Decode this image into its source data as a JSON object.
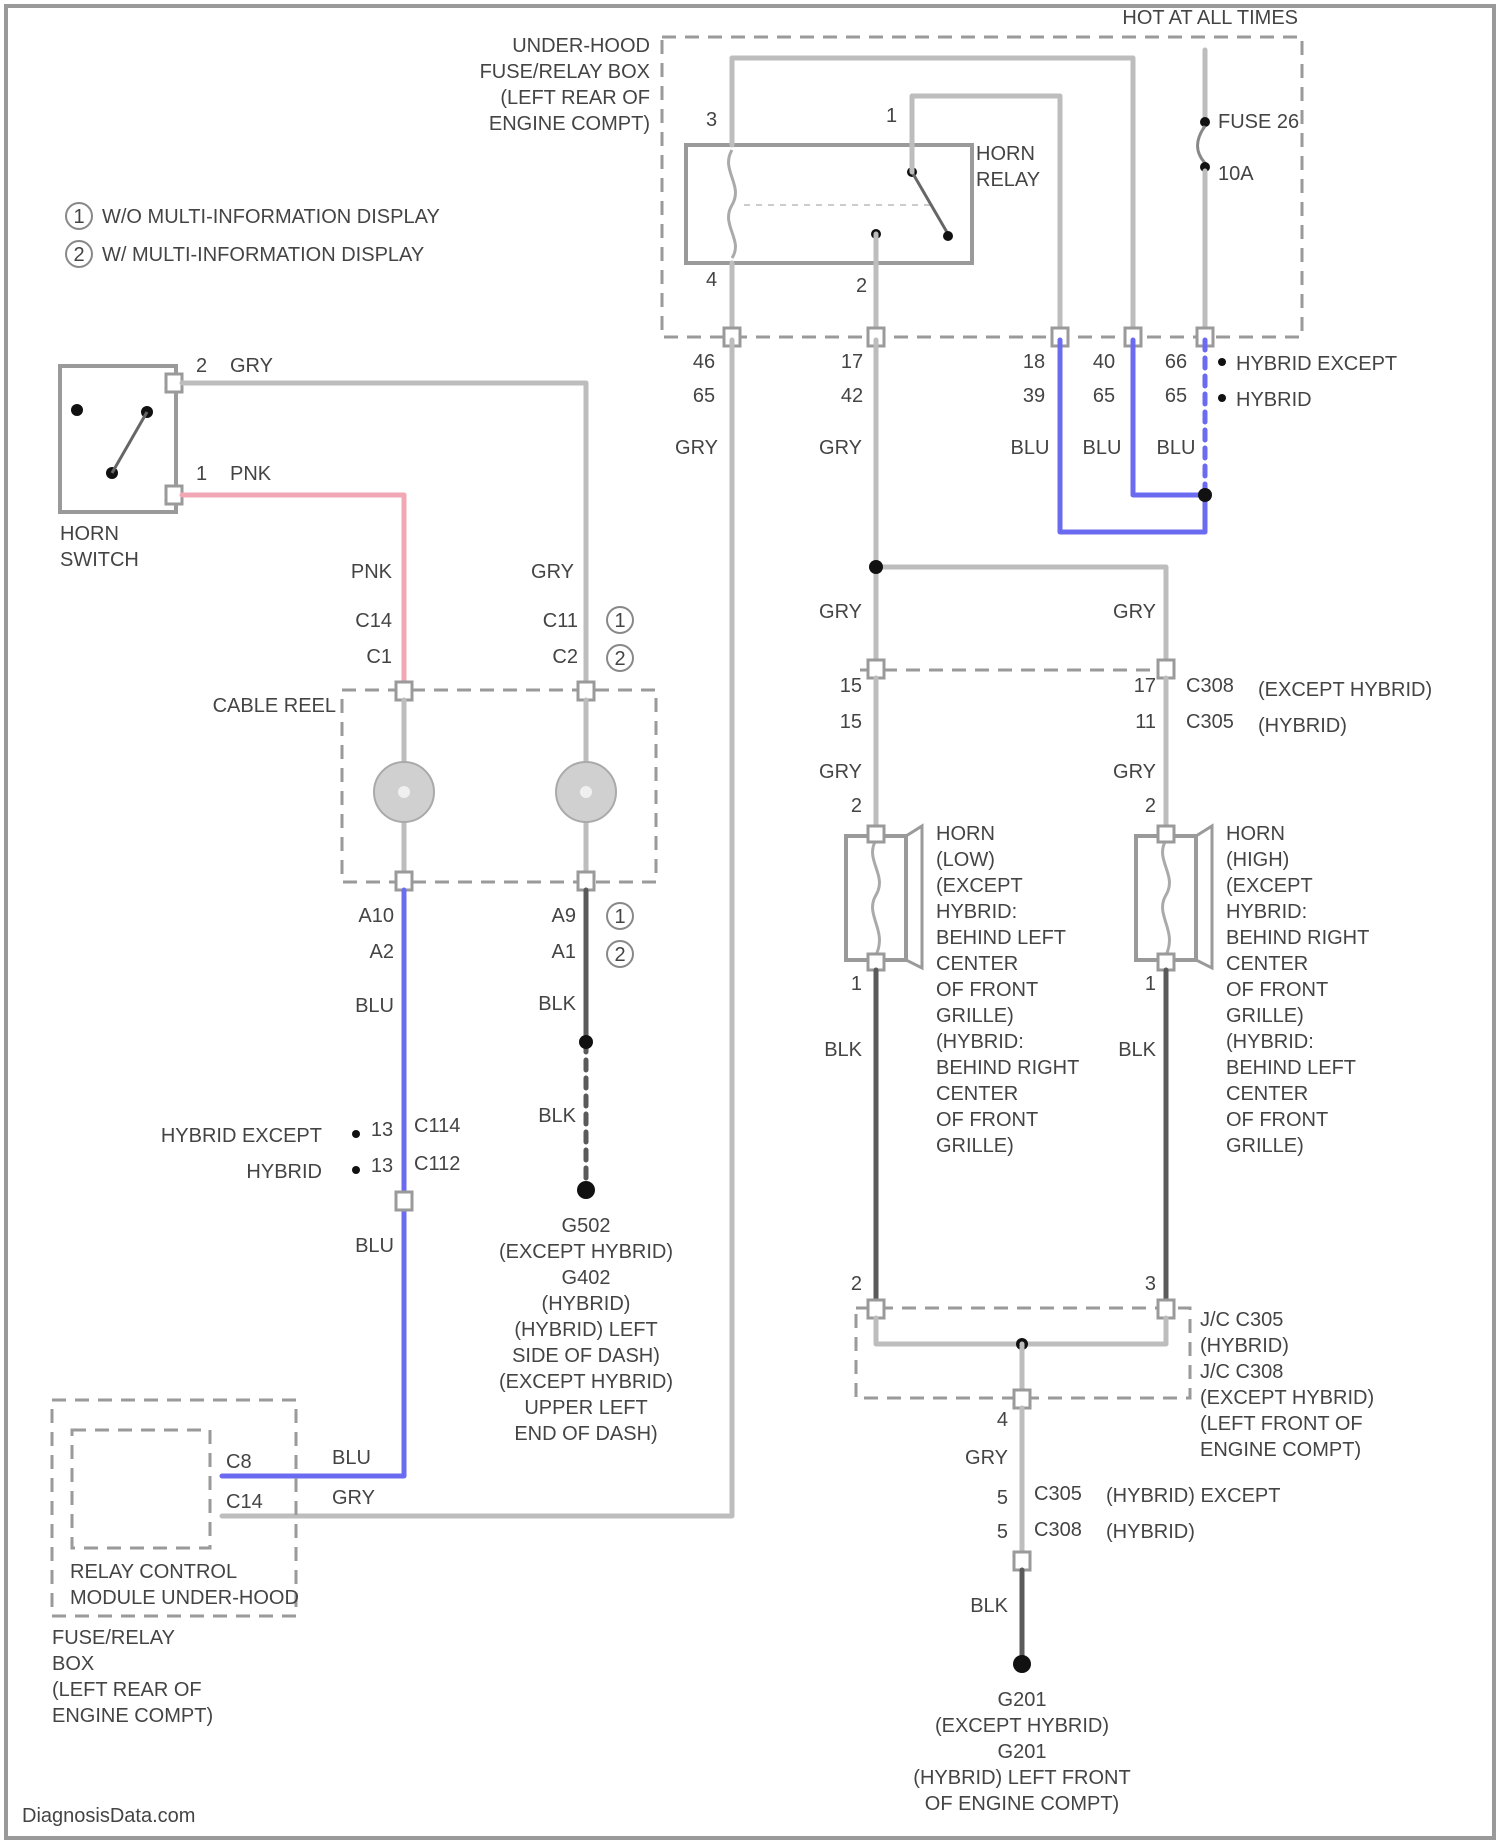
{
  "legend": [
    {
      "symbol": "1",
      "text": "W/O MULTI-INFORMATION DISPLAY"
    },
    {
      "symbol": "2",
      "text": "W/ MULTI-INFORMATION DISPLAY"
    }
  ],
  "fusebox": {
    "lines": [
      "UNDER-HOOD",
      "FUSE/RELAY BOX",
      "(LEFT REAR OF",
      "ENGINE COMPT)"
    ],
    "hot_label": "HOT AT ALL TIMES",
    "fuse_name": "FUSE 26",
    "fuse_amp": "10A",
    "relay_lines": [
      "HORN",
      "RELAY"
    ],
    "relay_pin_3": "3",
    "relay_pin_1": "1",
    "relay_pin_4": "4",
    "relay_pin_2": "2"
  },
  "fusebox_connectors": {
    "c1": [
      "46",
      "65"
    ],
    "c2": [
      "17",
      "42"
    ],
    "c3": [
      "18",
      "39"
    ],
    "c4": [
      "40",
      "65"
    ],
    "c5": [
      "66",
      "65"
    ],
    "tag_except": "HYBRID EXCEPT",
    "tag_hybrid": "HYBRID"
  },
  "wire_colors": {
    "gry": "GRY",
    "blu": "BLU",
    "blk": "BLK",
    "pnk": "PNK"
  },
  "horn_switch": {
    "lines": [
      "HORN",
      "SWITCH"
    ],
    "pin2": "2",
    "pin1": "1"
  },
  "cable_reel": {
    "label": "CABLE REEL",
    "top_left": [
      "C14",
      "C1"
    ],
    "top_right": [
      "C11",
      "C2"
    ],
    "bottom_left": [
      "A10",
      "A2"
    ],
    "bottom_right": [
      "A9",
      "A1"
    ]
  },
  "legend_marks": {
    "one": "1",
    "two": "2"
  },
  "left_connector": {
    "pin": "13",
    "c1": "C114",
    "c2": "C112"
  },
  "ground_left": {
    "lines": [
      "G502",
      "(EXCEPT HYBRID)",
      "G402",
      "(HYBRID)",
      "(HYBRID) LEFT",
      "SIDE OF DASH)",
      "(EXCEPT HYBRID)",
      "UPPER LEFT",
      "END OF DASH)"
    ]
  },
  "relay_module": {
    "pin_c8": "C8",
    "pin_c14": "C14",
    "lines": [
      "RELAY CONTROL",
      "MODULE UNDER-HOOD",
      "FUSE/RELAY",
      "BOX",
      "(LEFT REAR OF",
      "ENGINE COMPT)"
    ]
  },
  "c305": {
    "left_pins": [
      "15",
      "15"
    ],
    "right_pins": [
      "17",
      "11"
    ],
    "line1": "C308",
    "line1_note": "(EXCEPT HYBRID)",
    "line2": "C305",
    "line2_note": "(HYBRID)"
  },
  "horn_low": {
    "pin_top": "2",
    "pin_bottom": "1",
    "lines": [
      "HORN",
      "(LOW)",
      "(EXCEPT",
      "HYBRID:",
      "BEHIND LEFT",
      "CENTER",
      "OF FRONT",
      "GRILLE)",
      "(HYBRID:",
      "BEHIND RIGHT",
      "CENTER",
      "OF FRONT",
      "GRILLE)"
    ]
  },
  "horn_high": {
    "pin_top": "2",
    "pin_bottom": "1",
    "lines": [
      "HORN",
      "(HIGH)",
      "(EXCEPT",
      "HYBRID:",
      "BEHIND RIGHT",
      "CENTER",
      "OF FRONT",
      "GRILLE)",
      "(HYBRID:",
      "BEHIND LEFT",
      "CENTER",
      "OF FRONT",
      "GRILLE)"
    ]
  },
  "jc": {
    "pin_left": "2",
    "pin_right": "3",
    "pin_out": "4",
    "lines": [
      "J/C C305",
      "(HYBRID)",
      "J/C C308",
      "(EXCEPT HYBRID)",
      "(LEFT FRONT OF",
      "ENGINE COMPT)"
    ]
  },
  "c305b": {
    "pin1": "5",
    "pin2": "5",
    "c1": "C305",
    "n1": "(HYBRID) EXCEPT",
    "c2": "C308",
    "n2": "(HYBRID)"
  },
  "ground_right": {
    "lines": [
      "G201",
      "(EXCEPT HYBRID)",
      "G201",
      "(HYBRID) LEFT FRONT",
      "OF ENGINE COMPT)"
    ]
  },
  "footer": "DiagnosisData.com"
}
